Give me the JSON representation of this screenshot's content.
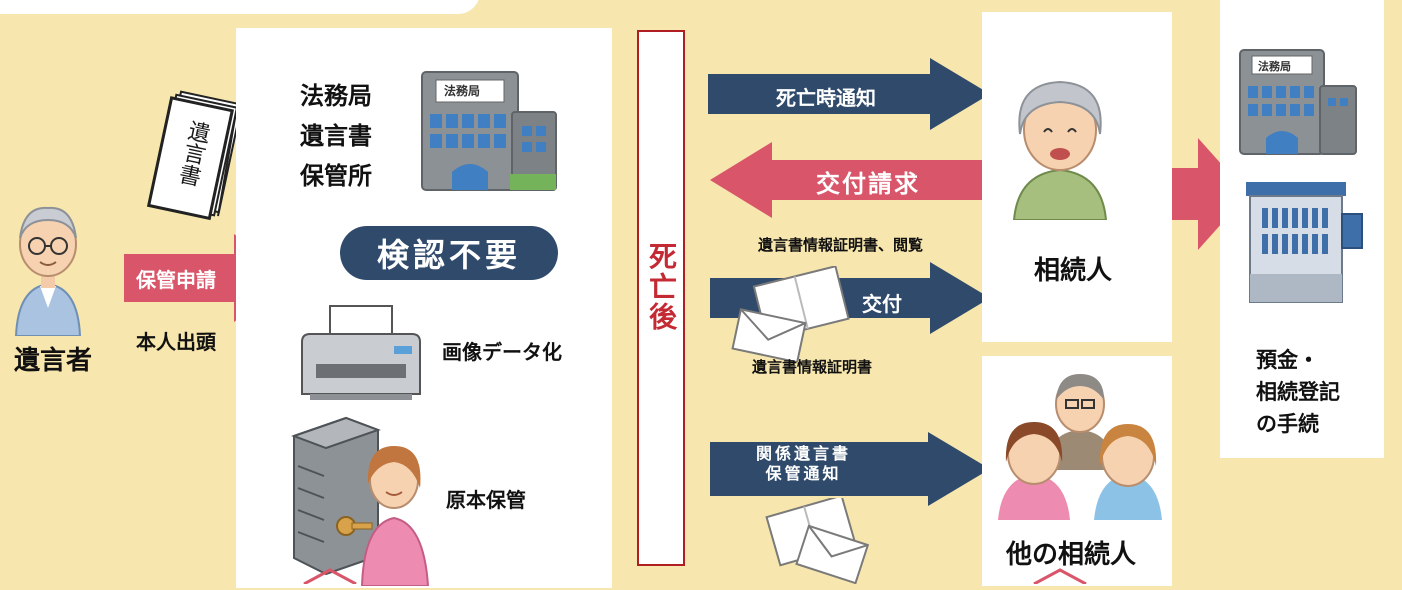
{
  "testator": {
    "label": "遺言者"
  },
  "submit_arrow": {
    "label": "保管申請"
  },
  "submit_note": {
    "label": "本人出頭"
  },
  "office": {
    "line1": "法務局",
    "line2": "遺言書",
    "line3": "保管所"
  },
  "office_sign": {
    "text": "法務局"
  },
  "will_document": {
    "text": "遺言書"
  },
  "no_probate_badge": {
    "label": "検認不要"
  },
  "digitize": {
    "label": "画像データ化"
  },
  "original_storage": {
    "label": "原本保管"
  },
  "after_death": {
    "label": "死亡後"
  },
  "death_notice_arrow": {
    "label": "死亡時通知"
  },
  "request_arrow": {
    "label": "交付請求"
  },
  "request_note": {
    "label": "遺言書情報証明書、閲覧"
  },
  "issue_arrow": {
    "label": "交付"
  },
  "issue_note": {
    "label": "遺言書情報証明書"
  },
  "related_notice_arrow": {
    "line1": "関係遺言書",
    "line2": "保管通知"
  },
  "heir": {
    "label": "相続人"
  },
  "other_heirs": {
    "label": "他の相続人"
  },
  "procedures": {
    "line1": "預金・",
    "line2": "相続登記",
    "line3": "の手続"
  },
  "colors": {
    "background": "#f7e6ad",
    "navy_arrow": "#2f4a6b",
    "red_arrow": "#d9566a",
    "frame_red": "#b01e24"
  }
}
